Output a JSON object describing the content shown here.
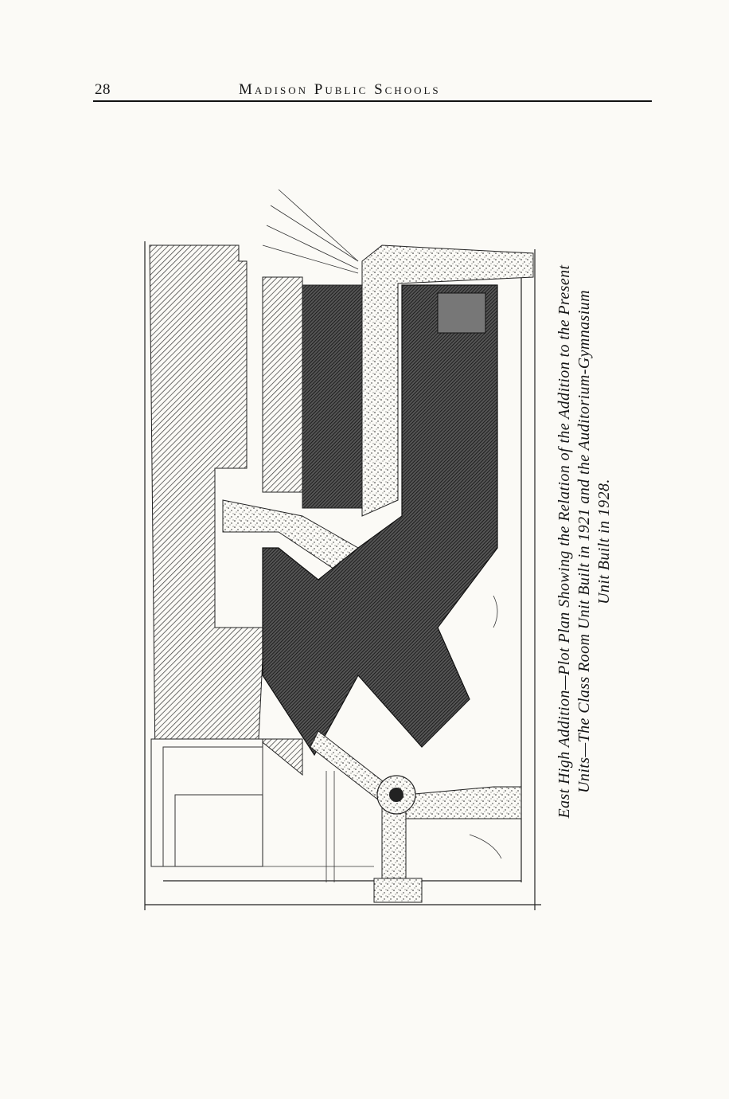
{
  "header": {
    "page_number": "28",
    "running_title": "Madison Public Schools"
  },
  "figure": {
    "caption_lines": [
      "East High Addition—Plot Plan Showing the Relation of the Addition to the Present",
      "Units—The Class Room Unit Built in 1921 and the Auditorium-Gymnasium",
      "Unit Built in 1928."
    ]
  }
}
